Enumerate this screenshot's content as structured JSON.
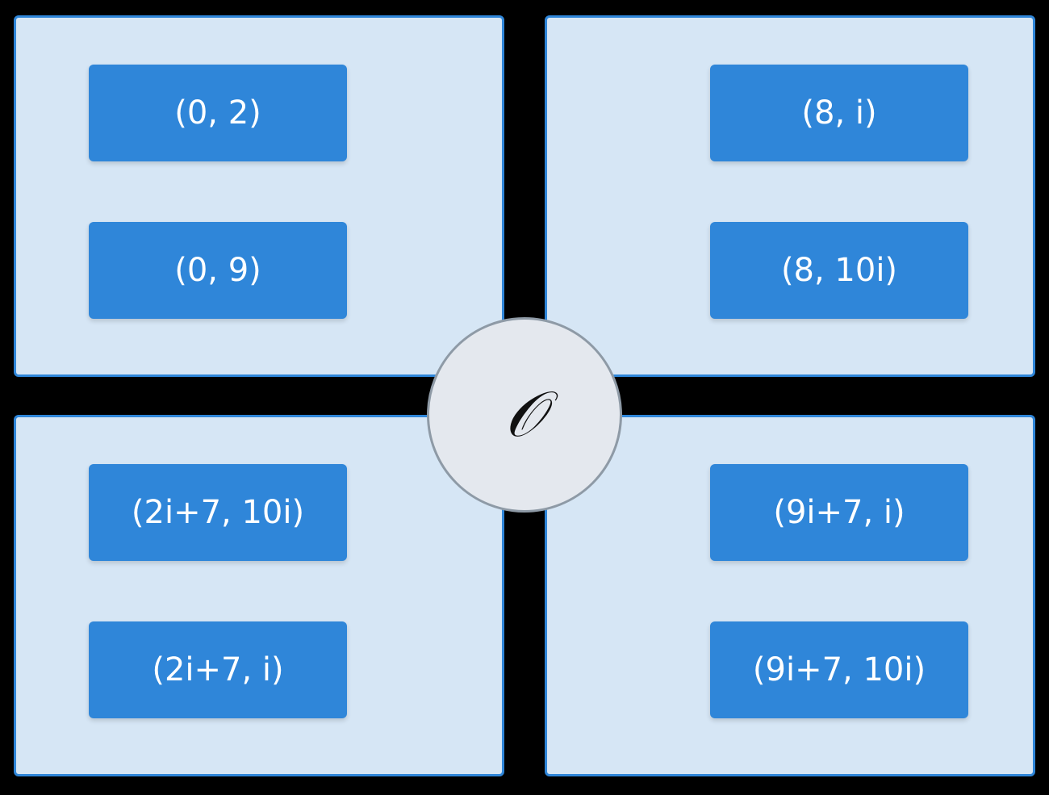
{
  "center": {
    "symbol": "𝒪"
  },
  "quadrants": {
    "top_left": {
      "items": [
        "(0, 2)",
        "(0, 9)"
      ]
    },
    "top_right": {
      "items": [
        "(8, i)",
        "(8, 10i)"
      ]
    },
    "bottom_left": {
      "items": [
        "(2i+7, 10i)",
        "(2i+7, i)"
      ]
    },
    "bottom_right": {
      "items": [
        "(9i+7, i)",
        "(9i+7, 10i)"
      ]
    }
  },
  "colors": {
    "background": "#000000",
    "panel_fill": "#d6e6f5",
    "panel_border": "#2f86d9",
    "cell_fill": "#2f86d9",
    "cell_text": "#ffffff",
    "center_fill": "#e4e8ee",
    "center_border": "#8e9aa6"
  }
}
